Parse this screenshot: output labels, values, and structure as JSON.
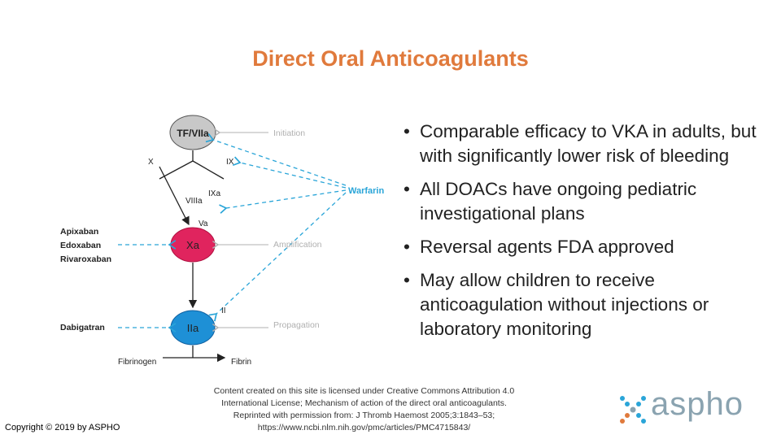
{
  "title": "Direct Oral Anticoagulants",
  "diagram": {
    "nodes": {
      "tf": "TF/VIIa",
      "xa": "Xa",
      "iia": "IIa"
    },
    "labels": {
      "x": "X",
      "ix": "IX",
      "ixa": "IXa",
      "viiia": "VIIIa",
      "va": "Va",
      "ii": "II",
      "fibrinogen": "Fibrinogen",
      "fibrin": "Fibrin",
      "initiation": "Initiation",
      "amplification": "Amplification",
      "propagation": "Propagation",
      "warfarin": "Warfarin",
      "apixaban": "Apixaban",
      "edoxaban": "Edoxaban",
      "rivaroxaban": "Rivaroxaban",
      "dabigatran": "Dabigatran"
    },
    "colors": {
      "tf_fill": "#c8c8c8",
      "xa_fill": "#e0245e",
      "iia_fill": "#1e90d6",
      "dashed": "#2aa5d8",
      "stage_text": "#b0b0b0",
      "warfarin": "#2aa5d8"
    }
  },
  "bullets": [
    "Comparable efficacy to VKA in adults, but with significantly lower risk of bleeding",
    "All DOACs have ongoing pediatric investigational plans",
    "Reversal agents FDA approved",
    "May allow children to receive anticoagulation without injections or laboratory monitoring"
  ],
  "bullet_symbol": "•",
  "license_lines": [
    "Content created on this site is licensed under  Creative Commons Attribution 4.0",
    "International License; Mechanism of action of the direct oral anticoagulants.",
    "Reprinted with permission from: J Thromb Haemost 2005;3:1843–53;",
    "https://www.ncbi.nlm.nih.gov/pmc/articles/PMC4715843/"
  ],
  "copyright": "Copyright © 2019 by ASPHO",
  "logo": {
    "text": "aspho",
    "icon": "dots-cross-icon",
    "dot_colors": [
      "#2aa5d8",
      "#e07a3c",
      "#8aa3b0"
    ]
  }
}
